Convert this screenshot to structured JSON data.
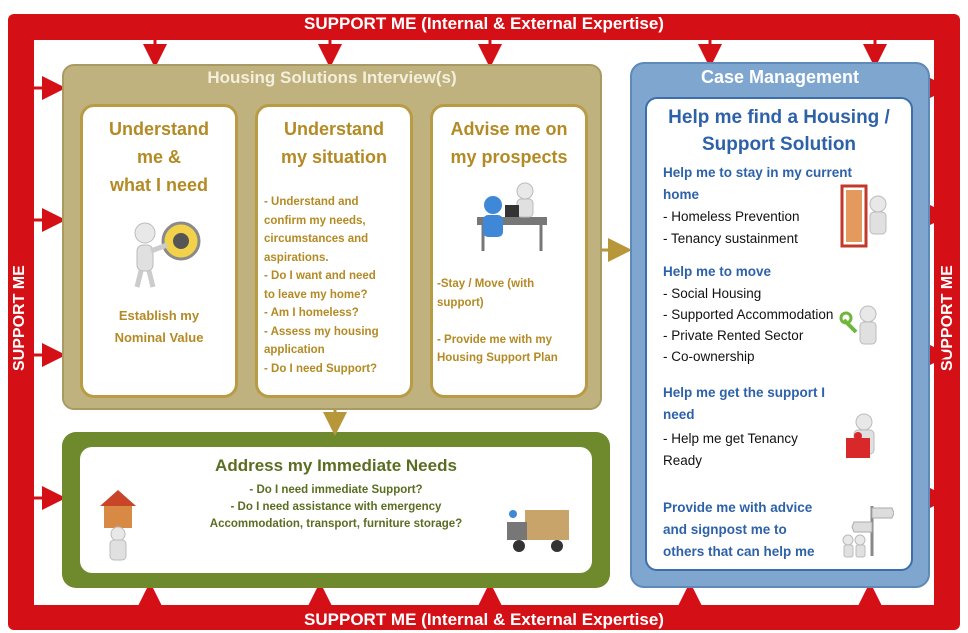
{
  "frame": {
    "top_label": "SUPPORT ME (Internal & External Expertise)",
    "bottom_label": "SUPPORT ME (Internal & External Expertise)",
    "left_label": "SUPPORT ME",
    "right_label": "SUPPORT ME"
  },
  "housing_solutions": {
    "title": "Housing Solutions Interview(s)",
    "cards": [
      {
        "title_lines": [
          "Understand",
          "me &",
          "what I need"
        ],
        "body_lines": [
          "Establish my",
          "Nominal Value"
        ]
      },
      {
        "title_lines": [
          "Understand",
          "my situation"
        ],
        "body_lines": [
          "- Understand and",
          "confirm my needs,",
          "circumstances and",
          "aspirations.",
          "- Do I want and need",
          "to leave my home?",
          "- Am I homeless?",
          "- Assess my housing",
          "application",
          "- Do I need Support?"
        ]
      },
      {
        "title_lines": [
          "Advise me on",
          "my prospects"
        ],
        "body_lines": [
          "-Stay / Move (with",
          "support)",
          "",
          "- Provide me with my",
          "Housing Support Plan"
        ]
      }
    ]
  },
  "immediate_needs": {
    "title": "Address my Immediate Needs",
    "lines": [
      "- Do I need immediate Support?",
      "- Do I need assistance with emergency",
      "Accommodation, transport, furniture storage?"
    ]
  },
  "case_management": {
    "title": "Case Management",
    "heading_lines": [
      "Help me find a Housing /",
      "Support Solution"
    ],
    "sections": [
      {
        "sub_lines": [
          "Help me to stay in my current",
          "home"
        ],
        "items": [
          "- Homeless Prevention",
          "- Tenancy sustainment"
        ]
      },
      {
        "sub_lines": [
          "Help me to move"
        ],
        "items": [
          "- Social Housing",
          "- Supported Accommodation",
          "- Private Rented Sector",
          "- Co-ownership"
        ]
      },
      {
        "sub_lines": [
          "Help me get the support I",
          "need"
        ],
        "items": [
          "- Help me get Tenancy",
          "Ready"
        ]
      },
      {
        "sub_lines": [
          "Provide me with advice",
          "and signpost me to",
          "others that can help me"
        ],
        "items": []
      }
    ]
  },
  "colors": {
    "frame": "#d40f16",
    "housing_box": "#c0b27f",
    "housing_text": "#b48a24",
    "immediate_box": "#6f8a2c",
    "case_box": "#7ea6cf",
    "case_text": "#2e62a8",
    "connector": "#b8963a"
  }
}
